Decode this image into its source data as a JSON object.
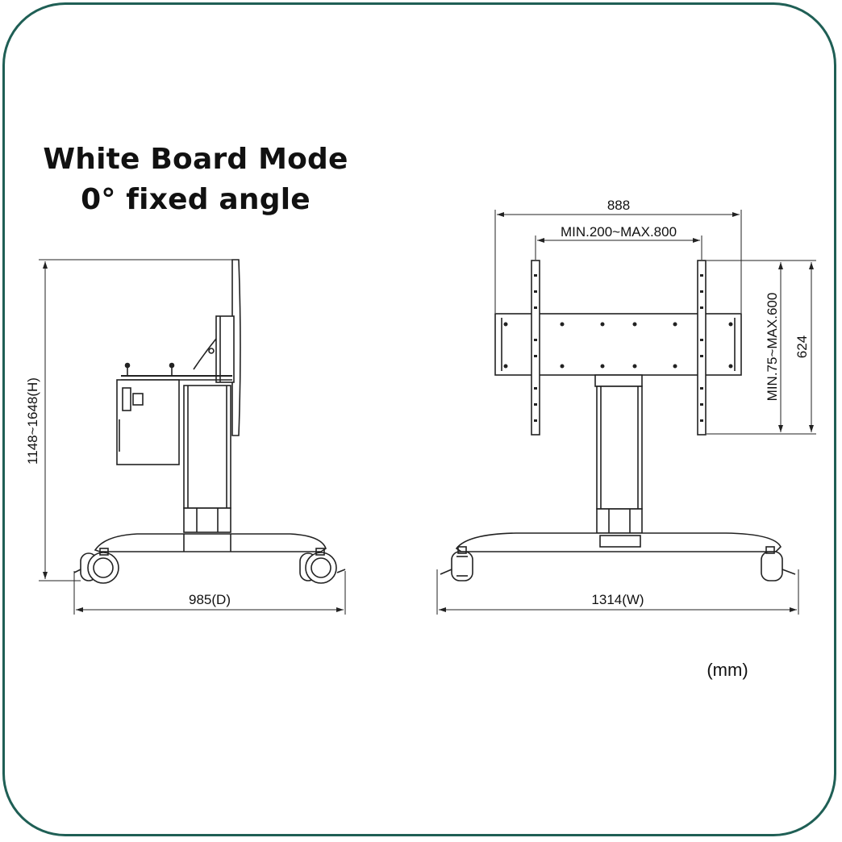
{
  "title": {
    "line1": "White Board Mode",
    "line2": "0° fixed angle"
  },
  "dimensions": {
    "height": "1148~1648(H)",
    "depth": "985(D)",
    "overall_width": "888",
    "vesa_horizontal": "MIN.200~MAX.800",
    "vesa_vertical": "MIN.75~MAX.600",
    "bracket_height": "624",
    "base_width": "1314(W)"
  },
  "unit_label": "(mm)",
  "colors": {
    "frame": "#1f5f55",
    "line": "#222222"
  }
}
